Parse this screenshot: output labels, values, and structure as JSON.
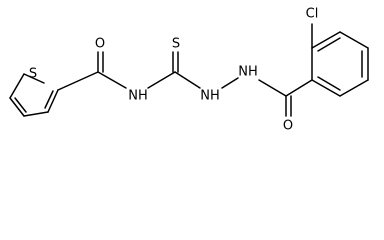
{
  "molecule": {
    "atoms": {
      "thiophene_s": "S",
      "amide1_o": "O",
      "amide1_n": "NH",
      "thio_s": "S",
      "hydrazide_n1": "NH",
      "hydrazide_n2": "NH",
      "amide2_o": "O",
      "chlorine": "Cl"
    }
  }
}
